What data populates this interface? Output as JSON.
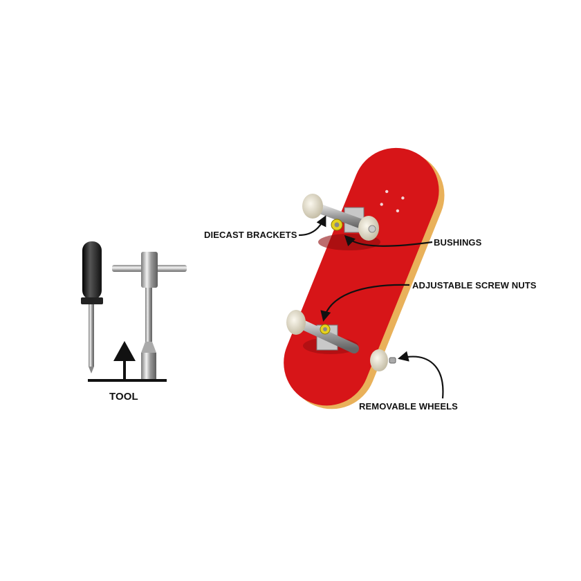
{
  "diagram": {
    "subject": "Fingerboard skateboard with tool",
    "colors": {
      "deck_red": "#d71518",
      "deck_edge": "#e9b15a",
      "wheel": "#ece6d2",
      "metal": "#b9b9b9",
      "handle": "#1a1a1a",
      "text": "#111111"
    },
    "labels": {
      "diecast_brackets": "DIECAST BRACKETS",
      "bushings": "BUSHINGS",
      "adjustable_screw_nuts": "ADJUSTABLE SCREW NUTS",
      "removable_wheels": "REMOVABLE WHEELS",
      "tool": "TOOL"
    }
  }
}
